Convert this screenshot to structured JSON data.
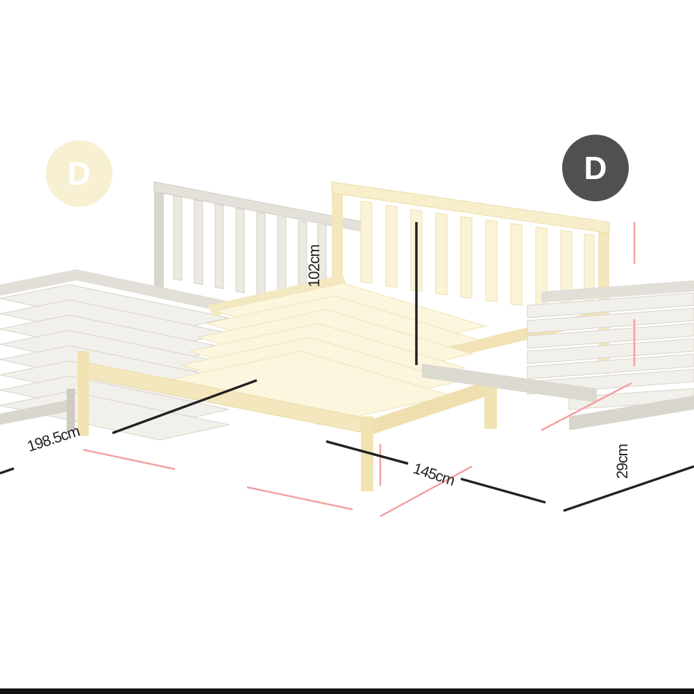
{
  "badges": {
    "left_letter": "D",
    "right_letter": "D"
  },
  "dimensions": {
    "height_label": "102cm",
    "length_label": "198.5cm",
    "width_label": "145cm",
    "extra_label": "29cm"
  },
  "colors": {
    "background": "#ffffff",
    "bed_left_wood": "#e9e7e0",
    "bed_right_wood": "#f7efcf",
    "dimension_line": "#222222",
    "guide_line": "#f2a0a0",
    "badge_left": "#f7f0d2",
    "badge_right": "#505050"
  }
}
